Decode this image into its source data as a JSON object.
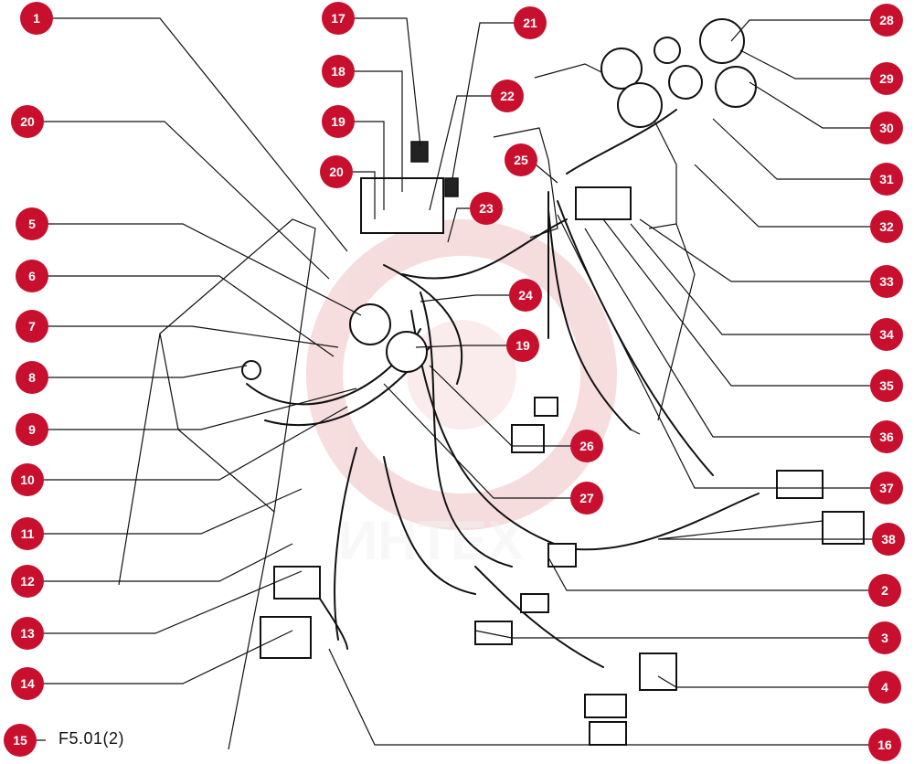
{
  "figure_code": "F5.01(2)",
  "watermark": {
    "text": "ИНТЕХ",
    "color": "#e8a0a0"
  },
  "accent_color": "#c8102e",
  "callouts": [
    "1",
    "2",
    "3",
    "4",
    "5",
    "6",
    "7",
    "8",
    "9",
    "10",
    "11",
    "12",
    "13",
    "14",
    "15",
    "16",
    "17",
    "18",
    "19",
    "20",
    "21",
    "22",
    "23",
    "24",
    "25",
    "26",
    "27",
    "28",
    "29",
    "30",
    "31",
    "32",
    "33",
    "34",
    "35",
    "36",
    "37",
    "38"
  ]
}
